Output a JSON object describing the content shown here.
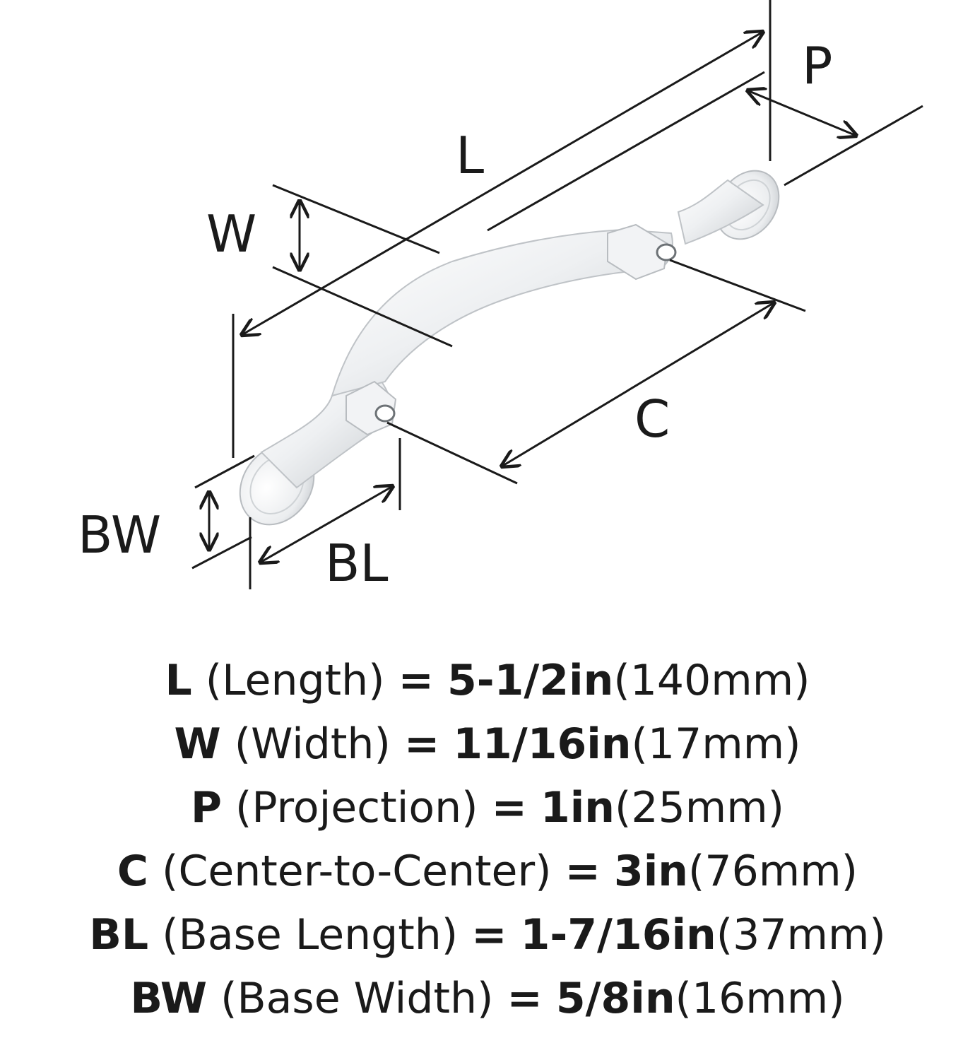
{
  "diagram": {
    "labels": {
      "L": "L",
      "P": "P",
      "W": "W",
      "C": "C",
      "BW": "BW",
      "BL": "BL"
    },
    "handle_color": "#e6e8ea",
    "line_color": "#1a1a1a"
  },
  "specs": [
    {
      "letter": "L",
      "name": "(Length)",
      "eq": "=",
      "inches": "5-1/2in",
      "mm": "(140mm)"
    },
    {
      "letter": "W",
      "name": "(Width)",
      "eq": "=",
      "inches": "11/16in",
      "mm": "(17mm)"
    },
    {
      "letter": "P",
      "name": "(Projection)",
      "eq": "=",
      "inches": "1in",
      "mm": "(25mm)"
    },
    {
      "letter": "C",
      "name": "(Center-to-Center)",
      "eq": "=",
      "inches": "3in",
      "mm": "(76mm)"
    },
    {
      "letter": "BL",
      "name": "(Base Length)",
      "eq": "=",
      "inches": "1-7/16in",
      "mm": "(37mm)"
    },
    {
      "letter": "BW",
      "name": "(Base Width)",
      "eq": "=",
      "inches": "5/8in",
      "mm": "(16mm)"
    }
  ]
}
